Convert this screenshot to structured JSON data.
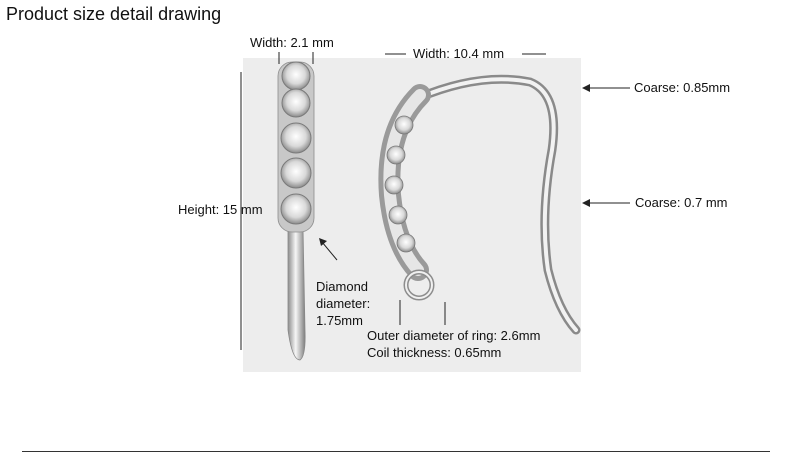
{
  "title": "Product size detail drawing",
  "labels": {
    "width_stone": "Width: 2.1 mm",
    "width_hook": "Width: 10.4 mm",
    "coarse_top": "Coarse: 0.85mm",
    "coarse_mid": "Coarse: 0.7 mm",
    "height": "Height: 15 mm",
    "diamond": "Diamond diameter: 1.75mm",
    "ring_outer": "Outer diameter of ring: 2.6mm",
    "coil": "Coil thickness: 0.65mm"
  },
  "colors": {
    "photo_bg": "#ededed",
    "metal_light": "#f4f4f4",
    "metal_dark": "#9a9a9a",
    "dimension_line": "#222222"
  }
}
